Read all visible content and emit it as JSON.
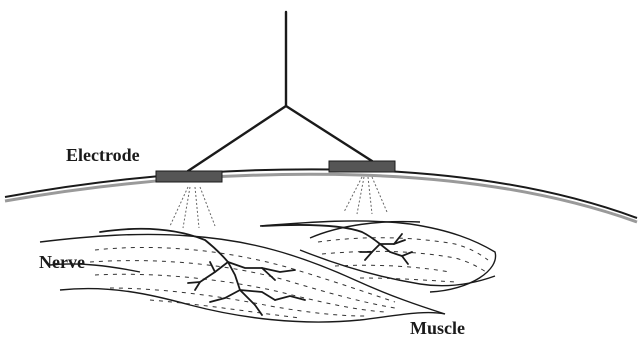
{
  "labels": {
    "electrode": "Electrode",
    "nerve": "Nerve",
    "muscle": "Muscle"
  },
  "colors": {
    "ink": "#1a1a1a",
    "electrode_fill": "#555555",
    "skin_shadow": "#9a9a9a"
  }
}
